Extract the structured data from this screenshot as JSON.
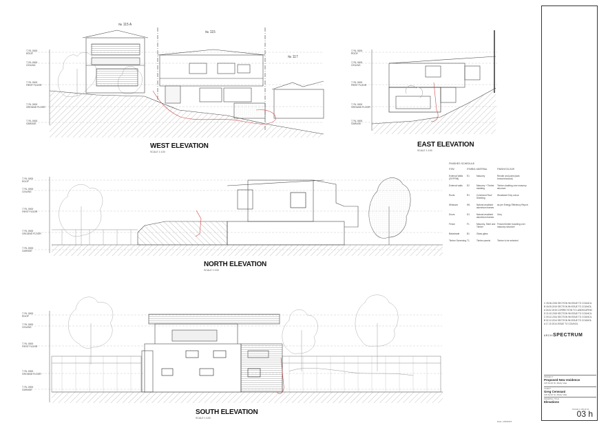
{
  "elevations": {
    "west": {
      "title": "WEST ELEVATION",
      "scale": "SCALE 1:100"
    },
    "east": {
      "title": "EAST ELEVATION",
      "scale": "SCALE 1:100"
    },
    "north": {
      "title": "NORTH ELEVATION",
      "scale": "SCALE 1:100"
    },
    "south": {
      "title": "SOUTH ELEVATION",
      "scale": "SCALE 1:100"
    }
  },
  "addresses": {
    "a": "№ 115 A",
    "b": "№ 115",
    "c": "№ 117"
  },
  "levels": {
    "roof": "▽ RL 0000\nROOF",
    "ceiling": "▽ RL 0000\nCEILING",
    "first": "▽ RL 0000\nFIRST FLOOR",
    "ground": "▽ RL 0000\nGROUND FLOOR",
    "garage": "▽ RL 0000\nGARAGE"
  },
  "schedule": {
    "heading": "FINISHES SCHEDULE",
    "columns": [
      "ITEM",
      "SYMBOL",
      "MATERIAL",
      "FINISH/COLOUR"
    ],
    "rows": [
      [
        "External Walls (GF/FRM)",
        "E1",
        "Masonry",
        "Render and paint (dark brown/charcoal)"
      ],
      [
        "External walls",
        "E2",
        "Masonry + Timber cladding",
        "Timber cladding over masonry structure"
      ],
      [
        "Roofs",
        "R1",
        "Colorbond Roof Sheeting",
        "Woodland Grey colour"
      ],
      [
        "Windows",
        "W1",
        "Natural anodised aluminium frames",
        "as per Energy Efficiency Report"
      ],
      [
        "Doors",
        "D1",
        "Natural anodised aluminium frames",
        "Grey"
      ],
      [
        "Fence",
        "F1",
        "Masonry, Steel and Timber",
        "Fenced timber boarding over masonry structure"
      ],
      [
        "Balustrade",
        "B1",
        "Glass glass",
        ""
      ],
      [
        "Timber Screening",
        "T1",
        "Timber panels",
        "Timber to be selected"
      ]
    ]
  },
  "title_block": {
    "revisions": [
      "C  25.06.2015   SECTION 96 ISSUE TO COUNCIL",
      "B  18.05.2015   SECTION 96 ISSUE TO COUNCIL",
      "A  18.02.2015   CORRECTION TO LANDSCAPING",
      "D  21.02.2015   SECTION 96 ISSUE TO COUNCIL",
      "C  09.12.2014   SECTION 96 ISSUE TO COUNCIL",
      "B  02.12.2014   SECTION 96 ISSUE TO COUNCIL",
      "A  17.10.2014   ISSUE TO COUNCIL"
    ],
    "logo": "SPECTRUM",
    "logo_prefix": "ARCHI",
    "project_label": "PROJECT",
    "project": "Proposed New residence",
    "project_sub": "115 Smith St, Manly Vale",
    "client_label": "CLIENT",
    "client": "Greg Cerwoani",
    "client_sub": "115 Smith St, Manly Vale",
    "drawing_label": "DRAWING TITLE",
    "drawing": "Elevations",
    "sheet": "03 h",
    "scale": "SCALE 1:100 @ A1",
    "date": "Date: 1/08/2015"
  }
}
